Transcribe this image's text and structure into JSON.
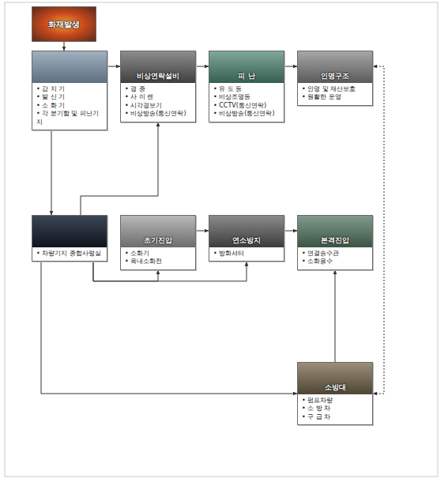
{
  "diagram": {
    "nodes": [
      {
        "text": [
          "화재발생"
        ]
      },
      {
        "text": [
          "• 감 지 기",
          "• 발 신 기",
          "• 소 화 기",
          "• 각 분기함 및 피난기지"
        ]
      },
      {
        "text": [
          "비상연락설비",
          "• 경    종",
          "• 사 이 렌",
          "• 시각경보기",
          "• 비상방송(통신연락)"
        ]
      },
      {
        "text": [
          "피 난",
          "• 유 도 등",
          "• 비상조명등",
          "• CCTV(통신연락)",
          "• 비상방송(통신연락)"
        ]
      },
      {
        "text": [
          "인명구조",
          "• 인명 및 재산보호",
          "• 원활한 운영"
        ]
      },
      {
        "text": [
          "• 차량기지 종합사령실"
        ]
      },
      {
        "text": [
          "초기진압",
          "• 소화기",
          "• 옥내소화전"
        ]
      },
      {
        "text": [
          "연소방지",
          "• 방화셔터"
        ]
      },
      {
        "text": [
          "본격진압",
          "• 연결송수관",
          "• 소화용수"
        ]
      },
      {
        "text": [
          "소방대",
          "• 펌프차량",
          "• 소 방 차",
          "• 구 급 차"
        ]
      }
    ],
    "edges": [
      {
        "from": 0,
        "to": 1,
        "arrow": "to"
      },
      {
        "from": 1,
        "to": 2,
        "arrow": "to"
      },
      {
        "from": 2,
        "to": 3,
        "arrow": "to"
      },
      {
        "from": 3,
        "to": 4,
        "arrow": "to"
      },
      {
        "from": 1,
        "to": 5,
        "arrow": "to"
      },
      {
        "from": 5,
        "to": 2,
        "arrow": "to"
      },
      {
        "from": 5,
        "to": 6,
        "arrow": "to"
      },
      {
        "from": 5,
        "to": 7,
        "arrow": "to"
      },
      {
        "from": 6,
        "to": 7,
        "arrow": "to"
      },
      {
        "from": 7,
        "to": 8,
        "arrow": "to"
      },
      {
        "from": 5,
        "to": 9,
        "arrow": "to"
      },
      {
        "from": 9,
        "to": 8,
        "arrow": "to"
      },
      {
        "from": 4,
        "to": 9,
        "arrow": "both"
      }
    ]
  }
}
